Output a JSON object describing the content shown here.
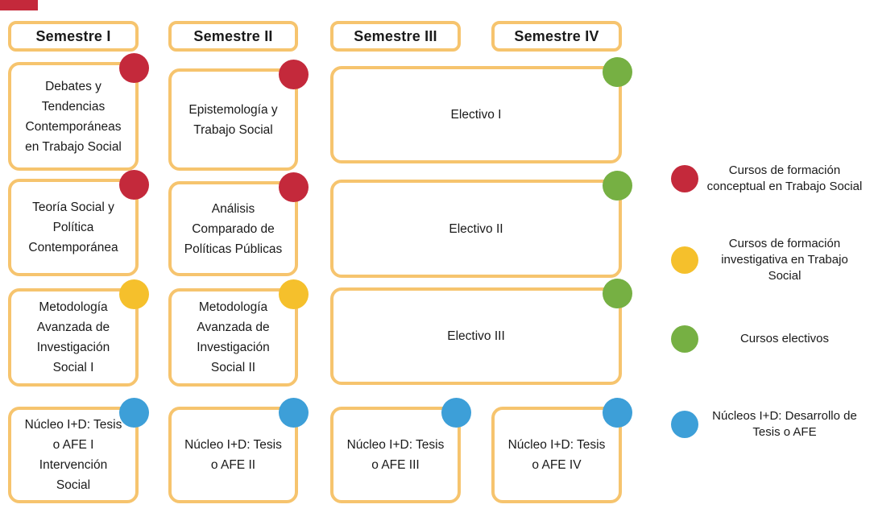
{
  "palette": {
    "red": "#C4293B",
    "yellow": "#F5C02C",
    "green": "#76B043",
    "blue": "#3D9FD8",
    "border-orange": "#F6C46E",
    "text": "#1a1a1a"
  },
  "semesters": [
    {
      "label": "Semestre I"
    },
    {
      "label": "Semestre II"
    },
    {
      "label": "Semestre III"
    },
    {
      "label": "Semestre IV"
    }
  ],
  "courses": [
    {
      "label": "Debates y Tendencias Contemporáneas en Trabajo Social",
      "category": "conceptual",
      "dot_color": "#C4293B"
    },
    {
      "label": "Teoría Social y Política Contemporánea",
      "category": "conceptual",
      "dot_color": "#C4293B"
    },
    {
      "label": "Metodología Avanzada de Investigación Social I",
      "category": "investigativa",
      "dot_color": "#F5C02C"
    },
    {
      "label": "Núcleo I+D: Tesis o AFE I Intervención Social",
      "category": "nucleo-id",
      "dot_color": "#3D9FD8"
    },
    {
      "label": "Epistemología y Trabajo Social",
      "category": "conceptual",
      "dot_color": "#C4293B"
    },
    {
      "label": "Análisis Comparado de Políticas Públicas",
      "category": "conceptual",
      "dot_color": "#C4293B"
    },
    {
      "label": "Metodología Avanzada de Investigación Social II",
      "category": "investigativa",
      "dot_color": "#F5C02C"
    },
    {
      "label": "Núcleo I+D: Tesis o AFE II",
      "category": "nucleo-id",
      "dot_color": "#3D9FD8"
    },
    {
      "label": "Electivo I",
      "category": "electivo",
      "dot_color": "#76B043"
    },
    {
      "label": "Electivo II",
      "category": "electivo",
      "dot_color": "#76B043"
    },
    {
      "label": "Electivo III",
      "category": "electivo",
      "dot_color": "#76B043"
    },
    {
      "label": "Núcleo I+D: Tesis o AFE III",
      "category": "nucleo-id",
      "dot_color": "#3D9FD8"
    },
    {
      "label": "Núcleo I+D: Tesis o AFE IV",
      "category": "nucleo-id",
      "dot_color": "#3D9FD8"
    }
  ],
  "legend": [
    {
      "label": "Cursos de formación conceptual en Trabajo Social",
      "color": "#C4293B"
    },
    {
      "label": "Cursos de formación investigativa en Trabajo Social",
      "color": "#F5C02C"
    },
    {
      "label": "Cursos electivos",
      "color": "#76B043"
    },
    {
      "label": "Núcleos  I+D: Desarrollo de Tesis o AFE",
      "color": "#3D9FD8"
    }
  ]
}
